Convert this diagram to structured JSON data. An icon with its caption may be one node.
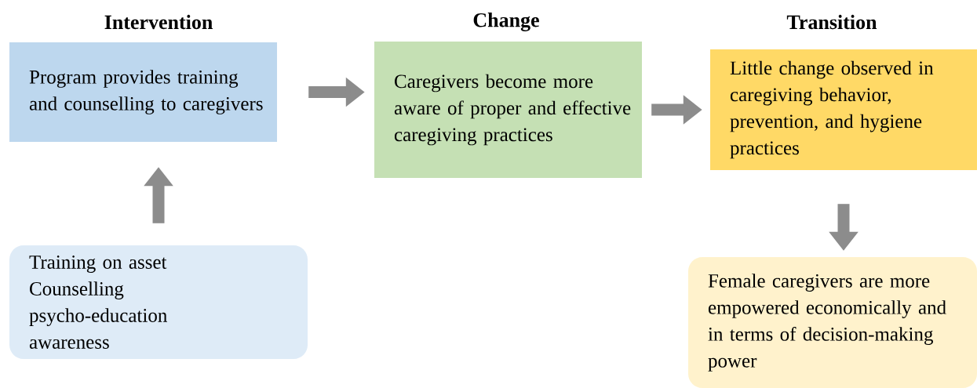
{
  "diagram": {
    "nodes": [
      {
        "text": [
          "Intervention",
          "Program provides training and counselling to caregivers"
        ]
      },
      {
        "text": [
          "Change",
          "Caregivers become more aware of proper and effective caregiving practices"
        ]
      },
      {
        "text": [
          "Transition",
          "Little change observed in caregiving behavior, prevention, and hygiene practices"
        ]
      },
      {
        "text": [
          "Training on asset Counselling psycho-education awareness"
        ]
      },
      {
        "text": [
          "Female caregivers are more empowered economically and in terms of decision-making power"
        ]
      }
    ],
    "edges": [
      {
        "from": 0,
        "to": 1,
        "arrow": "to"
      },
      {
        "from": 1,
        "to": 2,
        "arrow": "to"
      },
      {
        "from": 3,
        "to": 0,
        "arrow": "to"
      },
      {
        "from": 2,
        "to": 4,
        "arrow": "to"
      }
    ]
  }
}
